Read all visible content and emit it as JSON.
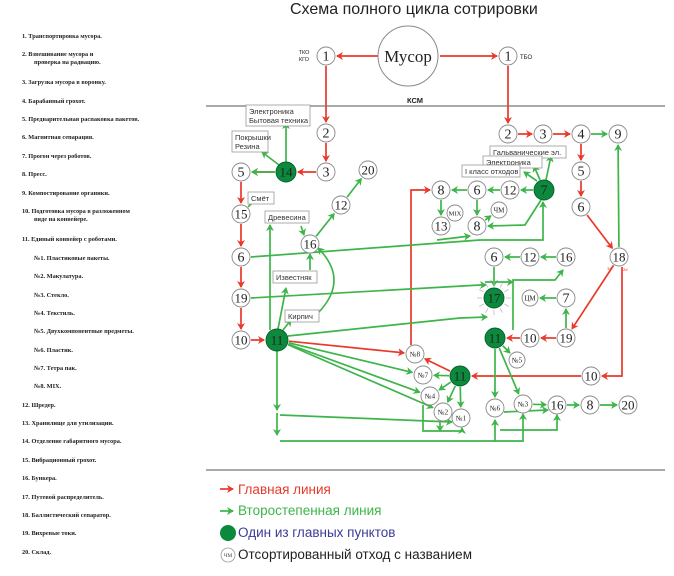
{
  "title": "Схема полного цикла сотрировки",
  "ksm_label": "КСМ",
  "source": {
    "label": "Мусор",
    "left_tags": [
      "ТКО",
      "КГО"
    ],
    "right_tag": "ТБО"
  },
  "legend_items": [
    "1. Транспортировка мусора.",
    "2. Взвешивание мусора и",
    "проверка на радиацию.",
    "3. Загрузка мусора в воронку.",
    "4. Барабанный грохот.",
    "5. Предварительная распаковка пакетов.",
    "6. Магнитная сепарация.",
    "7. Прогон через роботов.",
    "8. Пресс.",
    "9. Компостирование органики.",
    "10. Подготовка мусора в разложенном",
    "виде на конвейере.",
    "11. Единый конвейер с роботами.",
    "№1. Пластиковые пакеты.",
    "№2. Макулатура.",
    "№3. Стекло.",
    "№4. Текстиль.",
    "№5. Двухкомпонентные предметы.",
    "№6. Пластик.",
    "№7. Тетра пак.",
    "№8. MIX.",
    "12. Шредер.",
    "13. Хранилище для утилизации.",
    "14. Отделение габаритного мусора.",
    "15. Вибрационный грохот.",
    "16. Бункера.",
    "17. Путевой распределитель.",
    "18. Баллистический сепаратор.",
    "19. Вихревые токи.",
    "20. Склад."
  ],
  "boxes": {
    "electronics_home": [
      "Электроника",
      "Бытовая техника"
    ],
    "tires": [
      "Покрышки",
      "Резина"
    ],
    "smet": "Смёт",
    "wood": "Древесина",
    "limestone": "Известняк",
    "brick": "Кирпич",
    "galvanic": "Гальванические эл.",
    "electronics": "Электроника",
    "class1": "I класс отходов"
  },
  "nodes": {
    "n1L": "1",
    "n1R": "1",
    "L2": "2",
    "L3": "3",
    "L14": "14",
    "L5": "5",
    "L15": "15",
    "L6": "6",
    "L19": "19",
    "L10": "10",
    "L11": "11",
    "L16": "16",
    "L12": "12",
    "L20": "20",
    "R2": "2",
    "R3": "3",
    "R4": "4",
    "R9": "9",
    "R5": "5",
    "R6": "6",
    "R18": "18",
    "R7": "7",
    "R12": "12",
    "R6b": "6",
    "R8a": "8",
    "R13": "13",
    "RMIX": "MIX",
    "RCHM": "ЧМ",
    "R8b": "8",
    "M6": "6",
    "M12": "12",
    "M16": "16",
    "M17": "17",
    "MCM": "ЦМ",
    "M7": "7",
    "M11": "11",
    "M10": "10",
    "M19": "19",
    "Mn5": "№5",
    "R10": "10",
    "C11": "11",
    "Cn8": "№8",
    "Cn7": "№7",
    "Cn4": "№4",
    "Cn2": "№2",
    "Cn1": "№1",
    "Bn6": "№6",
    "Bn3": "№3",
    "B16": "16",
    "B8": "8",
    "B20": "20"
  },
  "ballistic_tags": [
    "3d",
    "2d"
  ],
  "key": {
    "main_line": "Главная линия",
    "secondary_line": "Второстепенная линия",
    "main_point": "Один из главных пунктов",
    "sorted_waste": "Отсортированный отход с названием",
    "sorted_waste_sample": "ЧМ"
  },
  "colors": {
    "main": "#e8392a",
    "secondary": "#3db54a",
    "hub": "#0b8a3e",
    "key_blue": "#3b3b9a",
    "rule": "#777777"
  }
}
